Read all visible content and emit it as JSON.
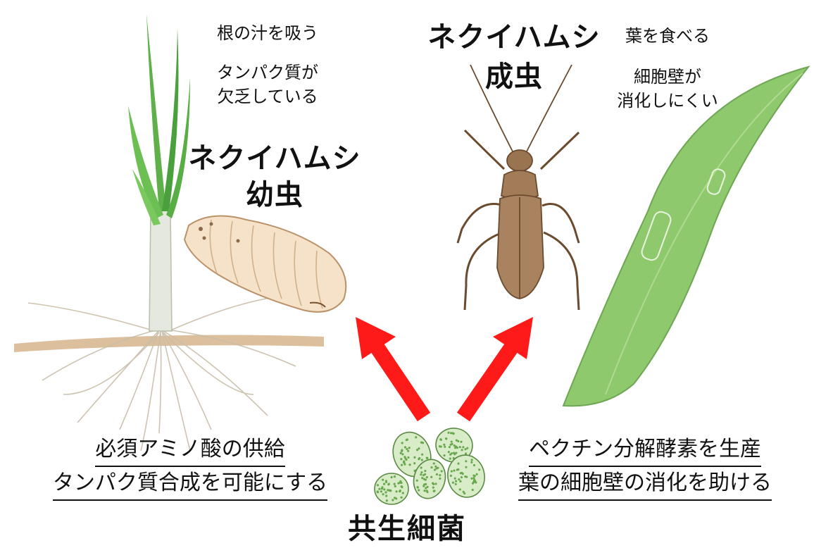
{
  "larva": {
    "host_notes": [
      "根の汁を吸う",
      "タンパク質が",
      "欠乏している"
    ],
    "title": [
      "ネクイハムシ",
      "幼虫"
    ]
  },
  "adult": {
    "title": [
      "ネクイハムシ",
      "成虫"
    ],
    "host_notes": [
      "葉を食べる",
      "細胞壁が",
      "消化しにくい"
    ]
  },
  "bacteria": {
    "label": "共生細菌",
    "benefit_larva": [
      "必須アミノ酸の供給",
      "タンパク質合成を可能にする"
    ],
    "benefit_adult": [
      "ペクチン分解酵素を生産",
      "葉の細胞壁の消化を助ける"
    ]
  },
  "colors": {
    "arrow": "#ff1a1a",
    "leaf": "#8cc56a",
    "bacteria_cell": "#d8ecc8",
    "bacteria_dot": "#6aa84f",
    "beetle": "#a07a56",
    "larva": "#f3dcc0"
  }
}
